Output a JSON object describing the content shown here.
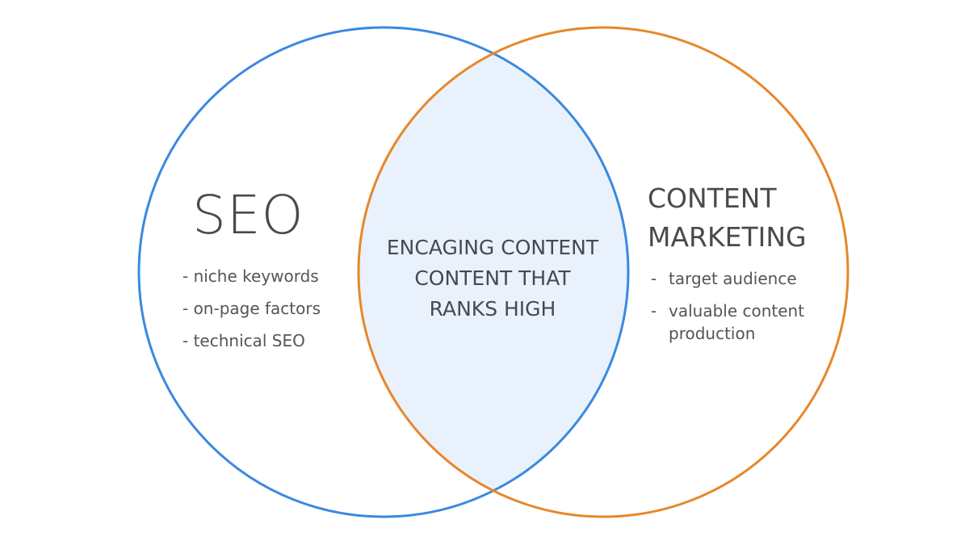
{
  "diagram": {
    "type": "venn",
    "colors": {
      "seo_circle": "#3b89e0",
      "content_circle": "#e8862a",
      "overlap_fill": "#e9f2fc",
      "text": "#4a4a4a"
    },
    "left": {
      "title": "SEO",
      "items": [
        "- niche keywords",
        "- on-page factors",
        "- technical SEO"
      ]
    },
    "right": {
      "title_line1": "CONTENT",
      "title_line2": "MARKETING",
      "items": [
        "target audience",
        "valuable content production"
      ],
      "bullet": "-"
    },
    "overlap": {
      "line1": "ENCAGING CONTENT",
      "line2": "CONTENT THAT",
      "line3": "RANKS HIGH"
    }
  }
}
